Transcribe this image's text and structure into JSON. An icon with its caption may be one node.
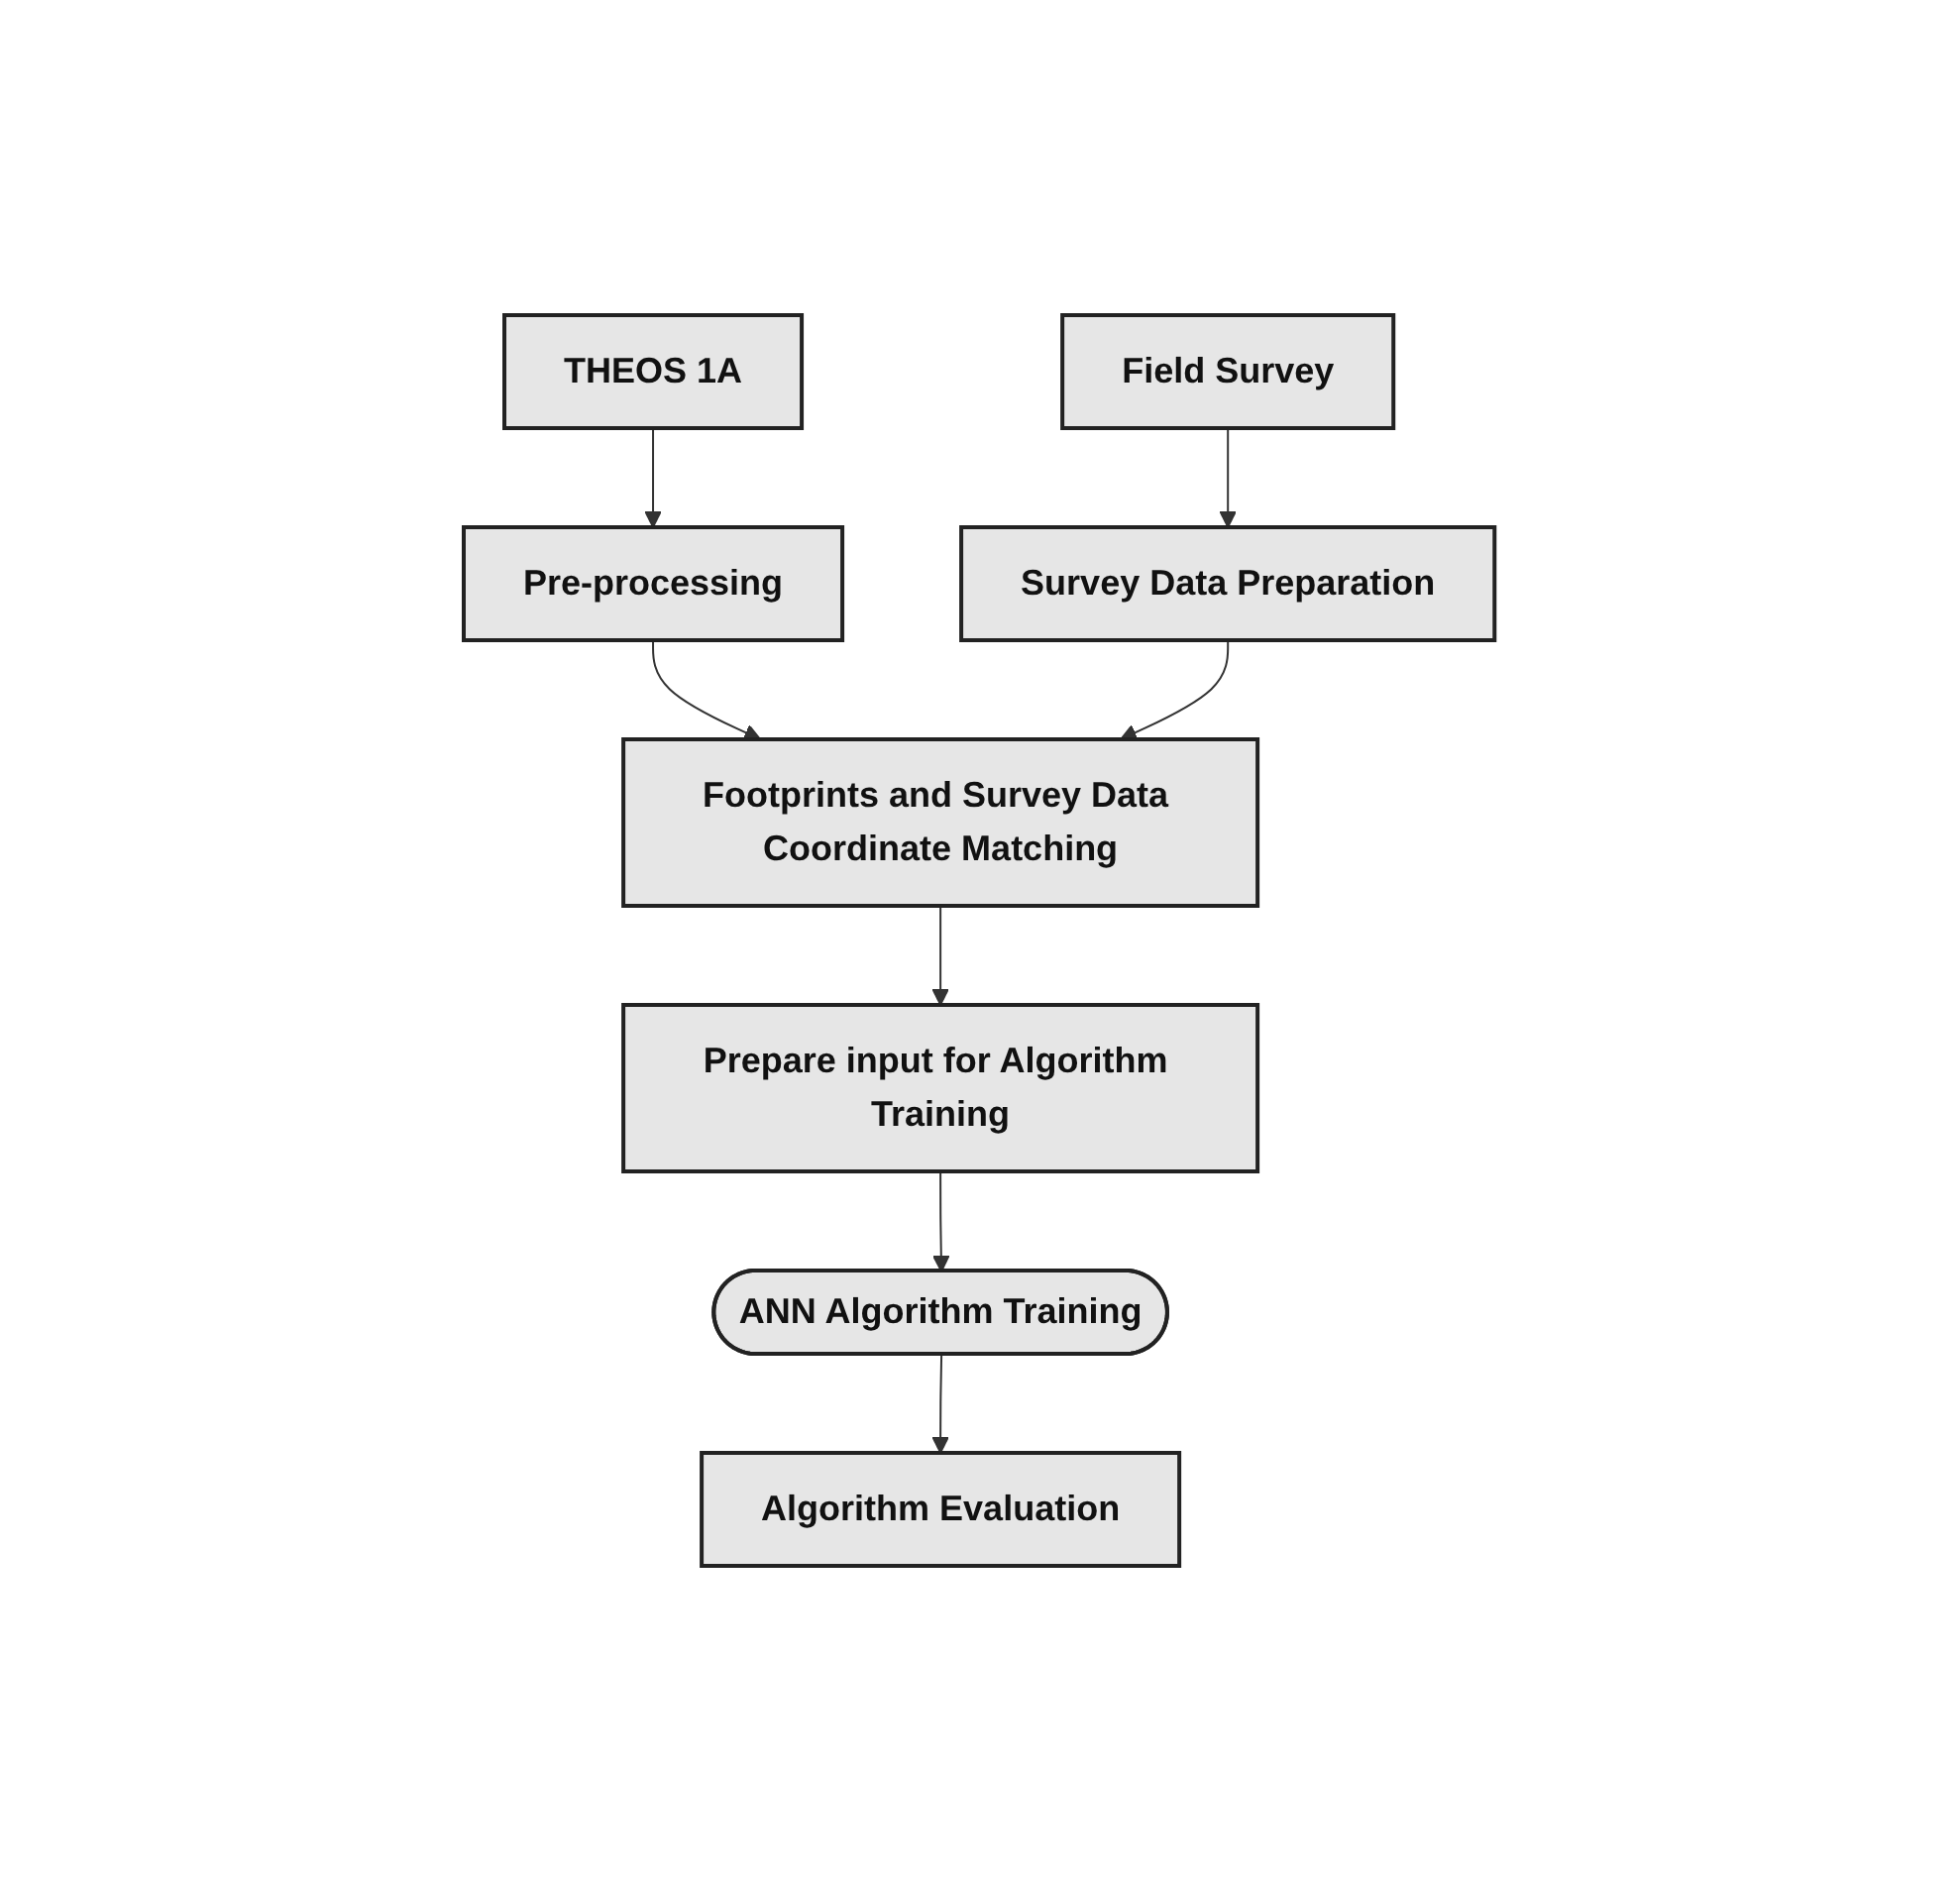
{
  "diagram": {
    "nodes": [
      {
        "text": [
          "THEOS 1A"
        ]
      },
      {
        "text": [
          "Pre-processing"
        ]
      },
      {
        "text": [
          "Field Survey"
        ]
      },
      {
        "text": [
          "Survey Data Preparation"
        ]
      },
      {
        "text": [
          "Footprints and Survey Data Coordinate Matching"
        ]
      },
      {
        "text": [
          "Prepare input for Algorithm Training"
        ]
      },
      {
        "text": [
          "ANN Algorithm Training"
        ]
      },
      {
        "text": [
          "Algorithm Evaluation"
        ]
      }
    ],
    "edges": [
      {
        "from": 0,
        "to": 1,
        "arrow": "to"
      },
      {
        "from": 2,
        "to": 3,
        "arrow": "to"
      },
      {
        "from": 1,
        "to": 4,
        "arrow": "to"
      },
      {
        "from": 3,
        "to": 4,
        "arrow": "to"
      },
      {
        "from": 4,
        "to": 5,
        "arrow": "to"
      },
      {
        "from": 5,
        "to": 6,
        "arrow": "to"
      },
      {
        "from": 6,
        "to": 7,
        "arrow": "to"
      }
    ]
  }
}
